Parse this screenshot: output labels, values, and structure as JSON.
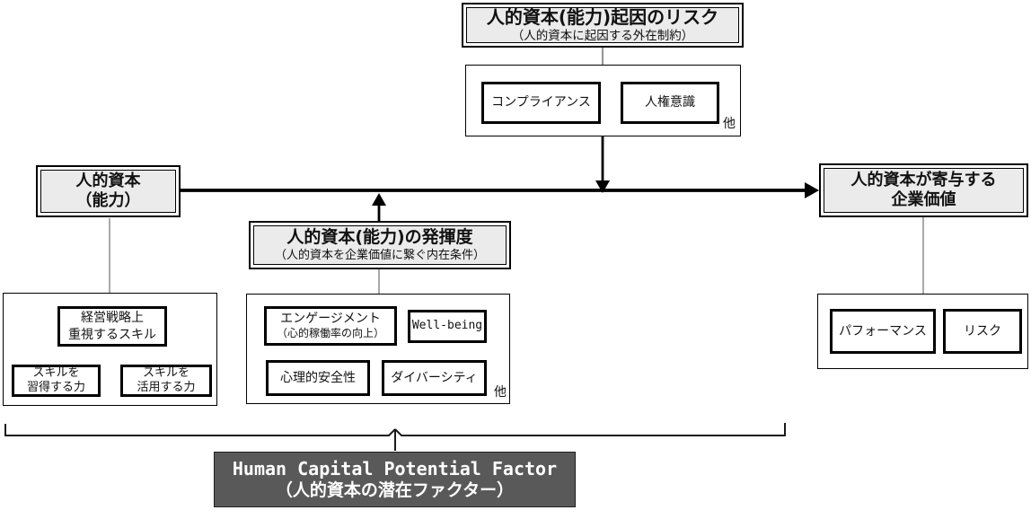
{
  "risk_box": {
    "title": "人的資本(能力)起因のリスク",
    "subtitle": "（人的資本に起因する外在制約）"
  },
  "risk_group": {
    "items": [
      "コンプライアンス",
      "人権意識"
    ],
    "etc": "他"
  },
  "capital_box": {
    "line1": "人的資本",
    "line2": "（能力）"
  },
  "value_box": {
    "line1": "人的資本が寄与する",
    "line2": "企業価値"
  },
  "exert_box": {
    "title": "人的資本(能力)の発揮度",
    "subtitle": "（人的資本を企業価値に繋ぐ内在条件）"
  },
  "skills_group": {
    "strategy": {
      "line1": "経営戦略上",
      "line2": "重視するスキル"
    },
    "acquire": {
      "line1": "スキルを",
      "line2": "習得する力"
    },
    "apply": {
      "line1": "スキルを",
      "line2": "活用する力"
    }
  },
  "exert_group": {
    "engagement_line1": "エンゲージメント",
    "engagement_line2": "（心的稼働率の向上）",
    "wellbeing": "Well-being",
    "psych_safety": "心理的安全性",
    "diversity": "ダイバーシティ",
    "etc": "他"
  },
  "value_group": {
    "performance": "パフォーマンス",
    "risk": "リスク"
  },
  "footer_box": {
    "line1": "Human Capital Potential Factor",
    "line2": "（人的資本の潜在ファクター）"
  },
  "colors": {
    "headline_fill": "#ebebeb",
    "footer_fill": "#595959",
    "line": "#000000",
    "connector_gray": "#8c8c8c"
  }
}
